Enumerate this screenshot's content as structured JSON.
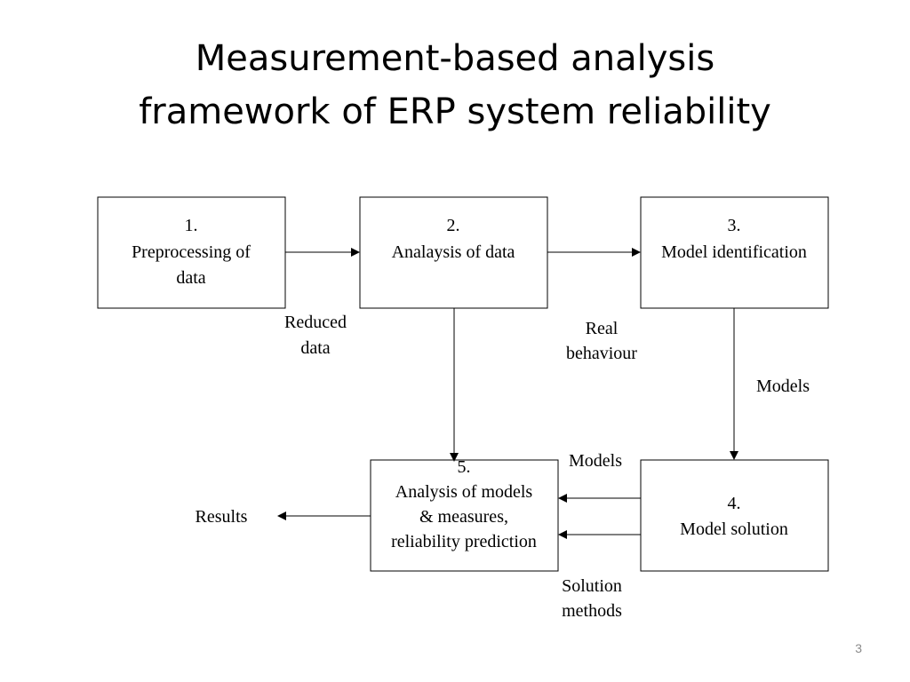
{
  "slide": {
    "title_lines": [
      "Measurement-based analysis",
      "framework of ERP system reliability"
    ],
    "page_number": "3"
  },
  "diagram": {
    "boxes": {
      "box1": [
        "1.",
        "Preprocessing of",
        "data"
      ],
      "box2": [
        "2.",
        "Analaysis of data"
      ],
      "box3": [
        "3.",
        "Model identification"
      ],
      "box4": [
        "4.",
        "Model solution"
      ],
      "box5": [
        "5.",
        "Analysis of models",
        "& measures,",
        "reliability prediction"
      ]
    },
    "labels": {
      "reduced_data": [
        "Reduced",
        "data"
      ],
      "real_behaviour": [
        "Real",
        "behaviour"
      ],
      "models_right": "Models",
      "models_bottom": "Models",
      "solution_methods": [
        "Solution",
        "methods"
      ],
      "results": "Results"
    }
  }
}
